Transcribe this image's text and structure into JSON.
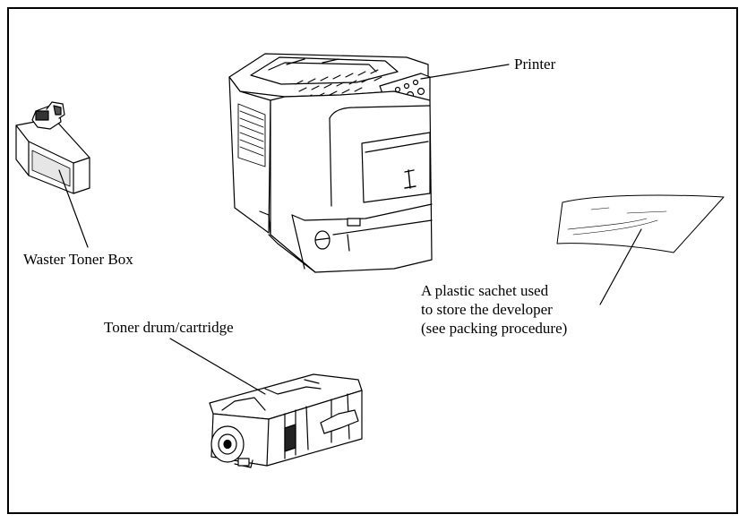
{
  "labels": {
    "printer": "Printer",
    "waste_toner_box": "Waster Toner Box",
    "toner_cartridge": "Toner drum/cartridge",
    "sachet": {
      "line1": "A plastic sachet used",
      "line2": "to store the developer",
      "line3": "(see packing procedure)"
    }
  },
  "colors": {
    "line": "#000000",
    "background": "#ffffff",
    "shade": "#d9d9d9"
  }
}
